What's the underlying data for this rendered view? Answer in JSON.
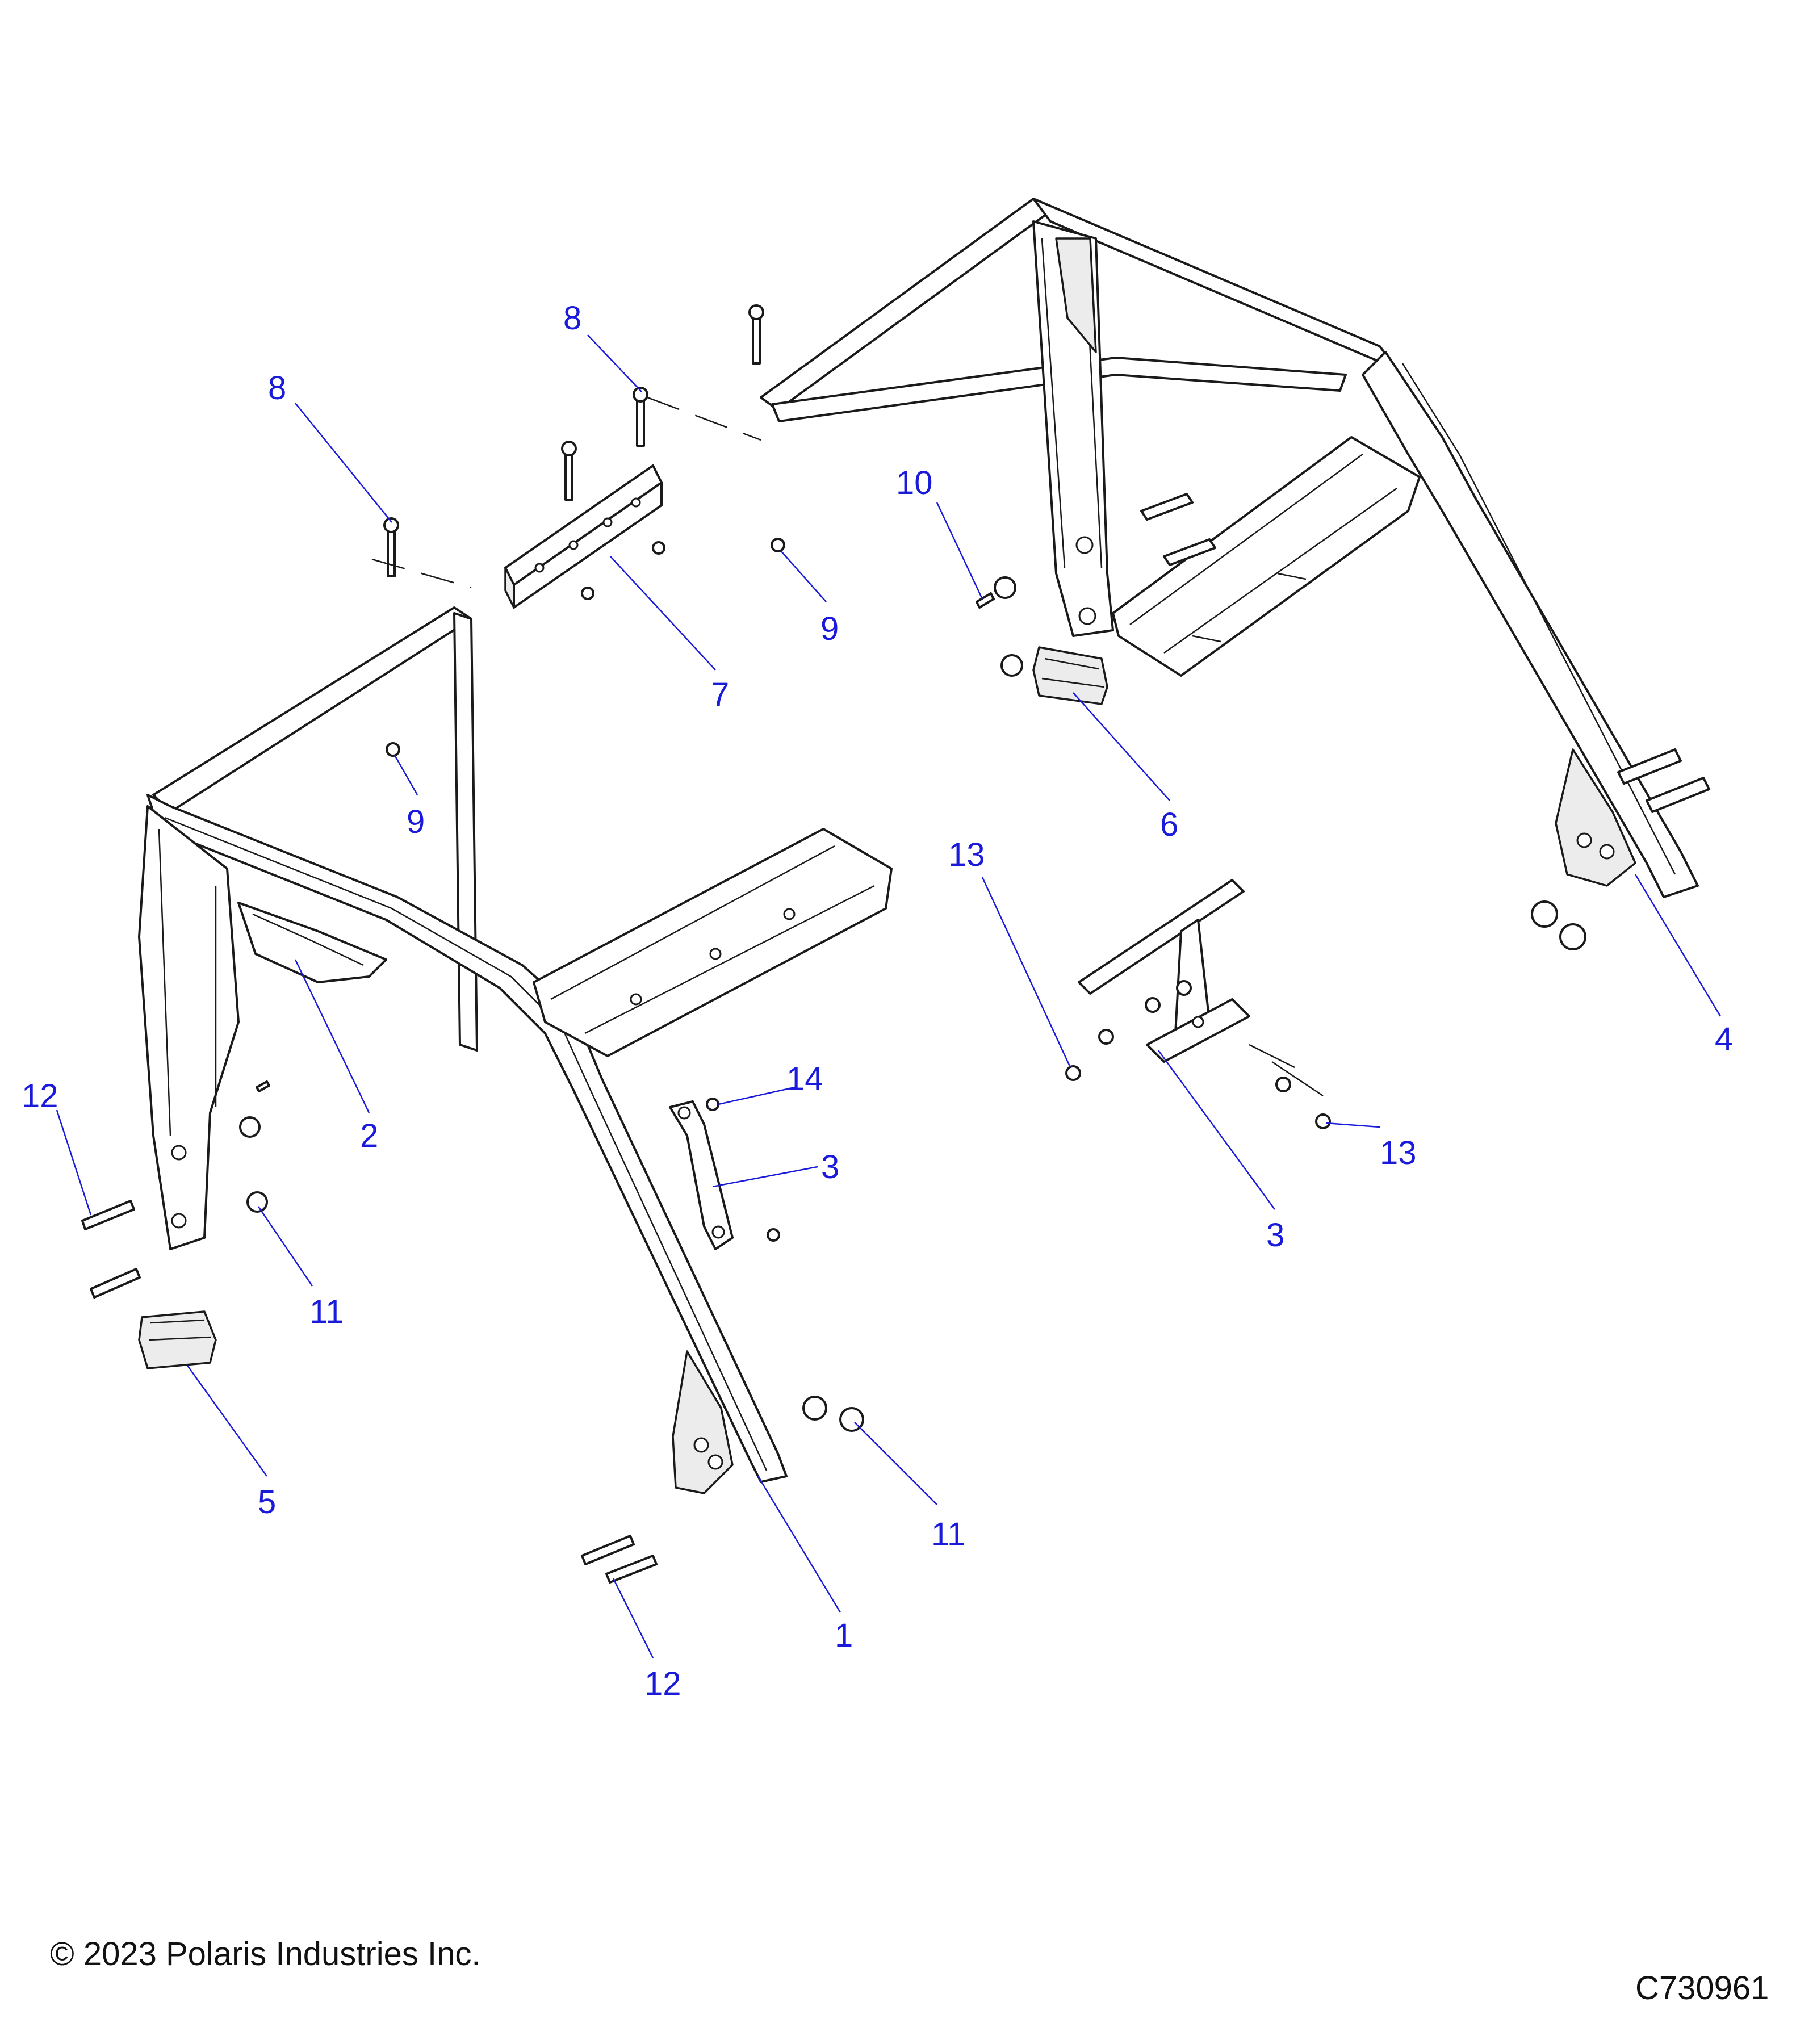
{
  "callouts": [
    {
      "label": "1"
    },
    {
      "label": "2"
    },
    {
      "label": "3"
    },
    {
      "label": "3"
    },
    {
      "label": "4"
    },
    {
      "label": "5"
    },
    {
      "label": "6"
    },
    {
      "label": "7"
    },
    {
      "label": "8"
    },
    {
      "label": "8"
    },
    {
      "label": "9"
    },
    {
      "label": "9"
    },
    {
      "label": "10"
    },
    {
      "label": "11"
    },
    {
      "label": "11"
    },
    {
      "label": "12"
    },
    {
      "label": "12"
    },
    {
      "label": "13"
    },
    {
      "label": "13"
    },
    {
      "label": "14"
    }
  ],
  "footer": {
    "copyright": "© 2023 Polaris Industries Inc.",
    "drawing_code": "C730961"
  }
}
